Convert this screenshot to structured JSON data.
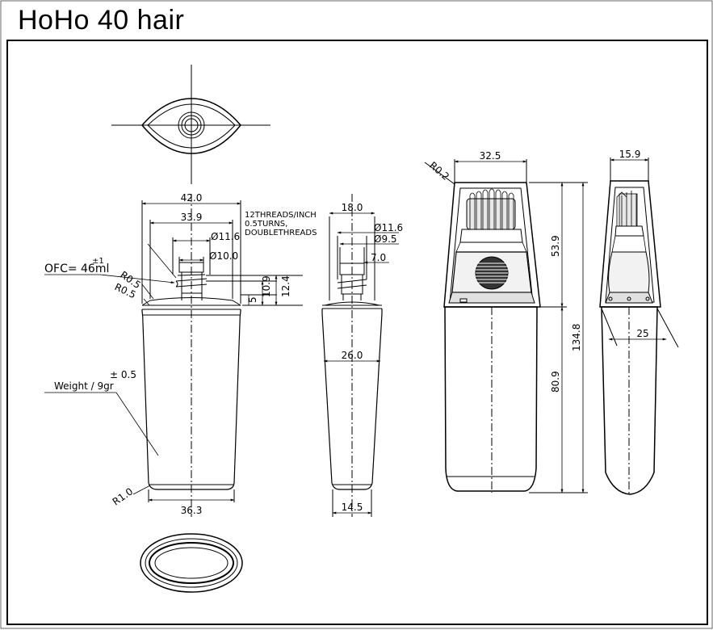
{
  "title": "HoHo 40 hair",
  "front_view": {
    "width_total": "42.0",
    "width_thread": "33.9",
    "dia_outer": "Ø11.6",
    "dia_inner": "Ø10.0",
    "radius_top_1": "R0.5",
    "radius_top_2": "R0.5",
    "height_1": "10.9",
    "height_2": "12.4",
    "height_3": "5",
    "ofc_label": "OFC= 46ml",
    "ofc_tol": "±1",
    "weight_label": "Weight / 9gr",
    "weight_tol": "± 0.5",
    "radius_bottom": "R1.0",
    "width_bottom": "36.3"
  },
  "thread_note": [
    "12THREADS/INCH",
    "0.5TURNS,",
    "DOUBLETHREADS"
  ],
  "side_view": {
    "width_top": "18.0",
    "dia_1": "Ø11.6",
    "dia_2": "Ø9.5",
    "dim_neck": "7.0",
    "width_mid": "26.0",
    "width_bottom": "14.5"
  },
  "cap_front": {
    "radius": "R0.2",
    "width": "32.5",
    "cap_height": "53.9",
    "body_height": "80.9",
    "total_height": "134.8"
  },
  "cap_side": {
    "width_top": "15.9",
    "width_mid": "25"
  }
}
